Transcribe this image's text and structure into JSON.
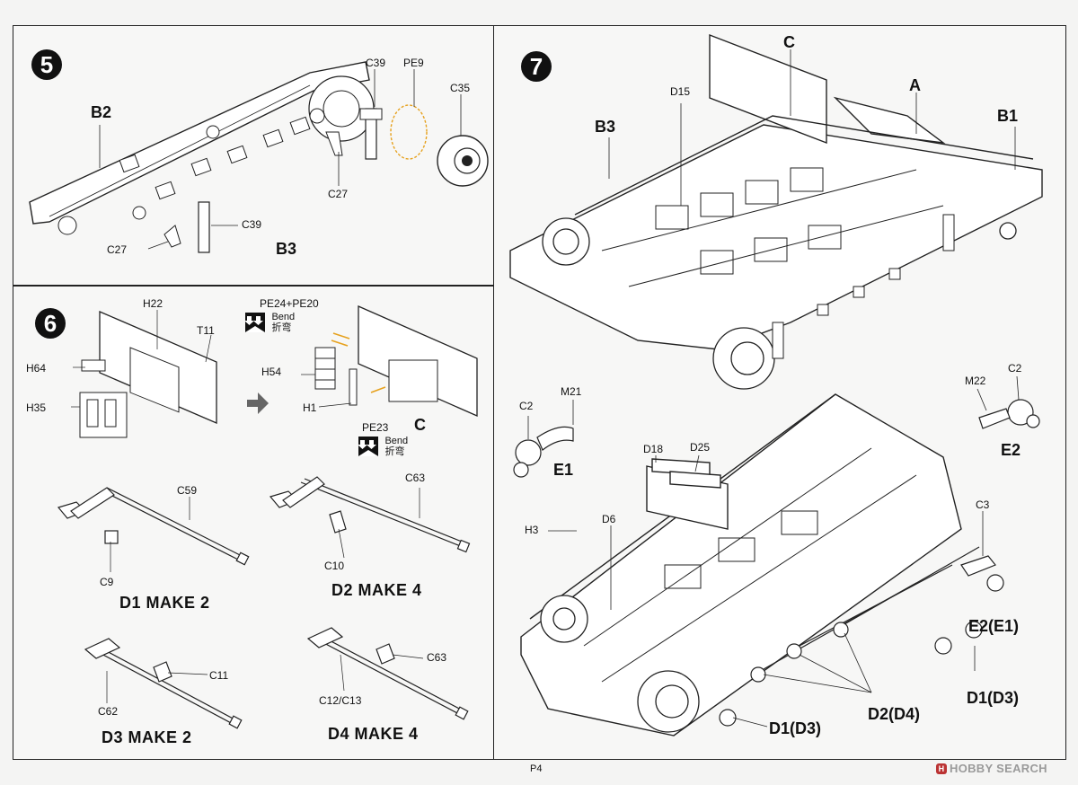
{
  "steps": {
    "s5": {
      "number": "5",
      "labels": {
        "b2": "B2",
        "c39_top": "C39",
        "pe9": "PE9",
        "c35": "C35",
        "c27_mid": "C27",
        "c39_low": "C39",
        "c27_low": "C27",
        "b3": "B3"
      }
    },
    "s6": {
      "number": "6",
      "labels": {
        "h22": "H22",
        "t11": "T11",
        "h64": "H64",
        "h35": "H35",
        "pe24_pe20": "PE24+PE20",
        "h54": "H54",
        "h1": "H1",
        "pe23": "PE23",
        "c": "C",
        "c59": "C59",
        "c9": "C9",
        "c63_a": "C63",
        "c10": "C10",
        "c11": "C11",
        "c62": "C62",
        "c63_b": "C63",
        "c12_c13": "C12/C13"
      },
      "bend": {
        "en": "Bend",
        "cn": "折弯"
      },
      "make": {
        "d1": "D1  MAKE 2",
        "d2": "D2  MAKE 4",
        "d3": "D3  MAKE 2",
        "d4": "D4  MAKE 4"
      }
    },
    "s7": {
      "number": "7",
      "labels": {
        "c": "C",
        "a": "A",
        "b3": "B3",
        "b1": "B1",
        "d15": "D15",
        "c2_left": "C2",
        "m21": "M21",
        "e1": "E1",
        "m22": "M22",
        "c2_right": "C2",
        "e2": "E2",
        "d18": "D18",
        "d25": "D25",
        "h3": "H3",
        "d6": "D6",
        "c3": "C3",
        "e2e1": "E2(E1)",
        "d1d3_right": "D1(D3)",
        "d2d4": "D2(D4)",
        "d1d3_bottom": "D1(D3)"
      }
    }
  },
  "footer": {
    "page": "P4",
    "watermark": "HOBBY SEARCH",
    "logo_letter": "H"
  }
}
